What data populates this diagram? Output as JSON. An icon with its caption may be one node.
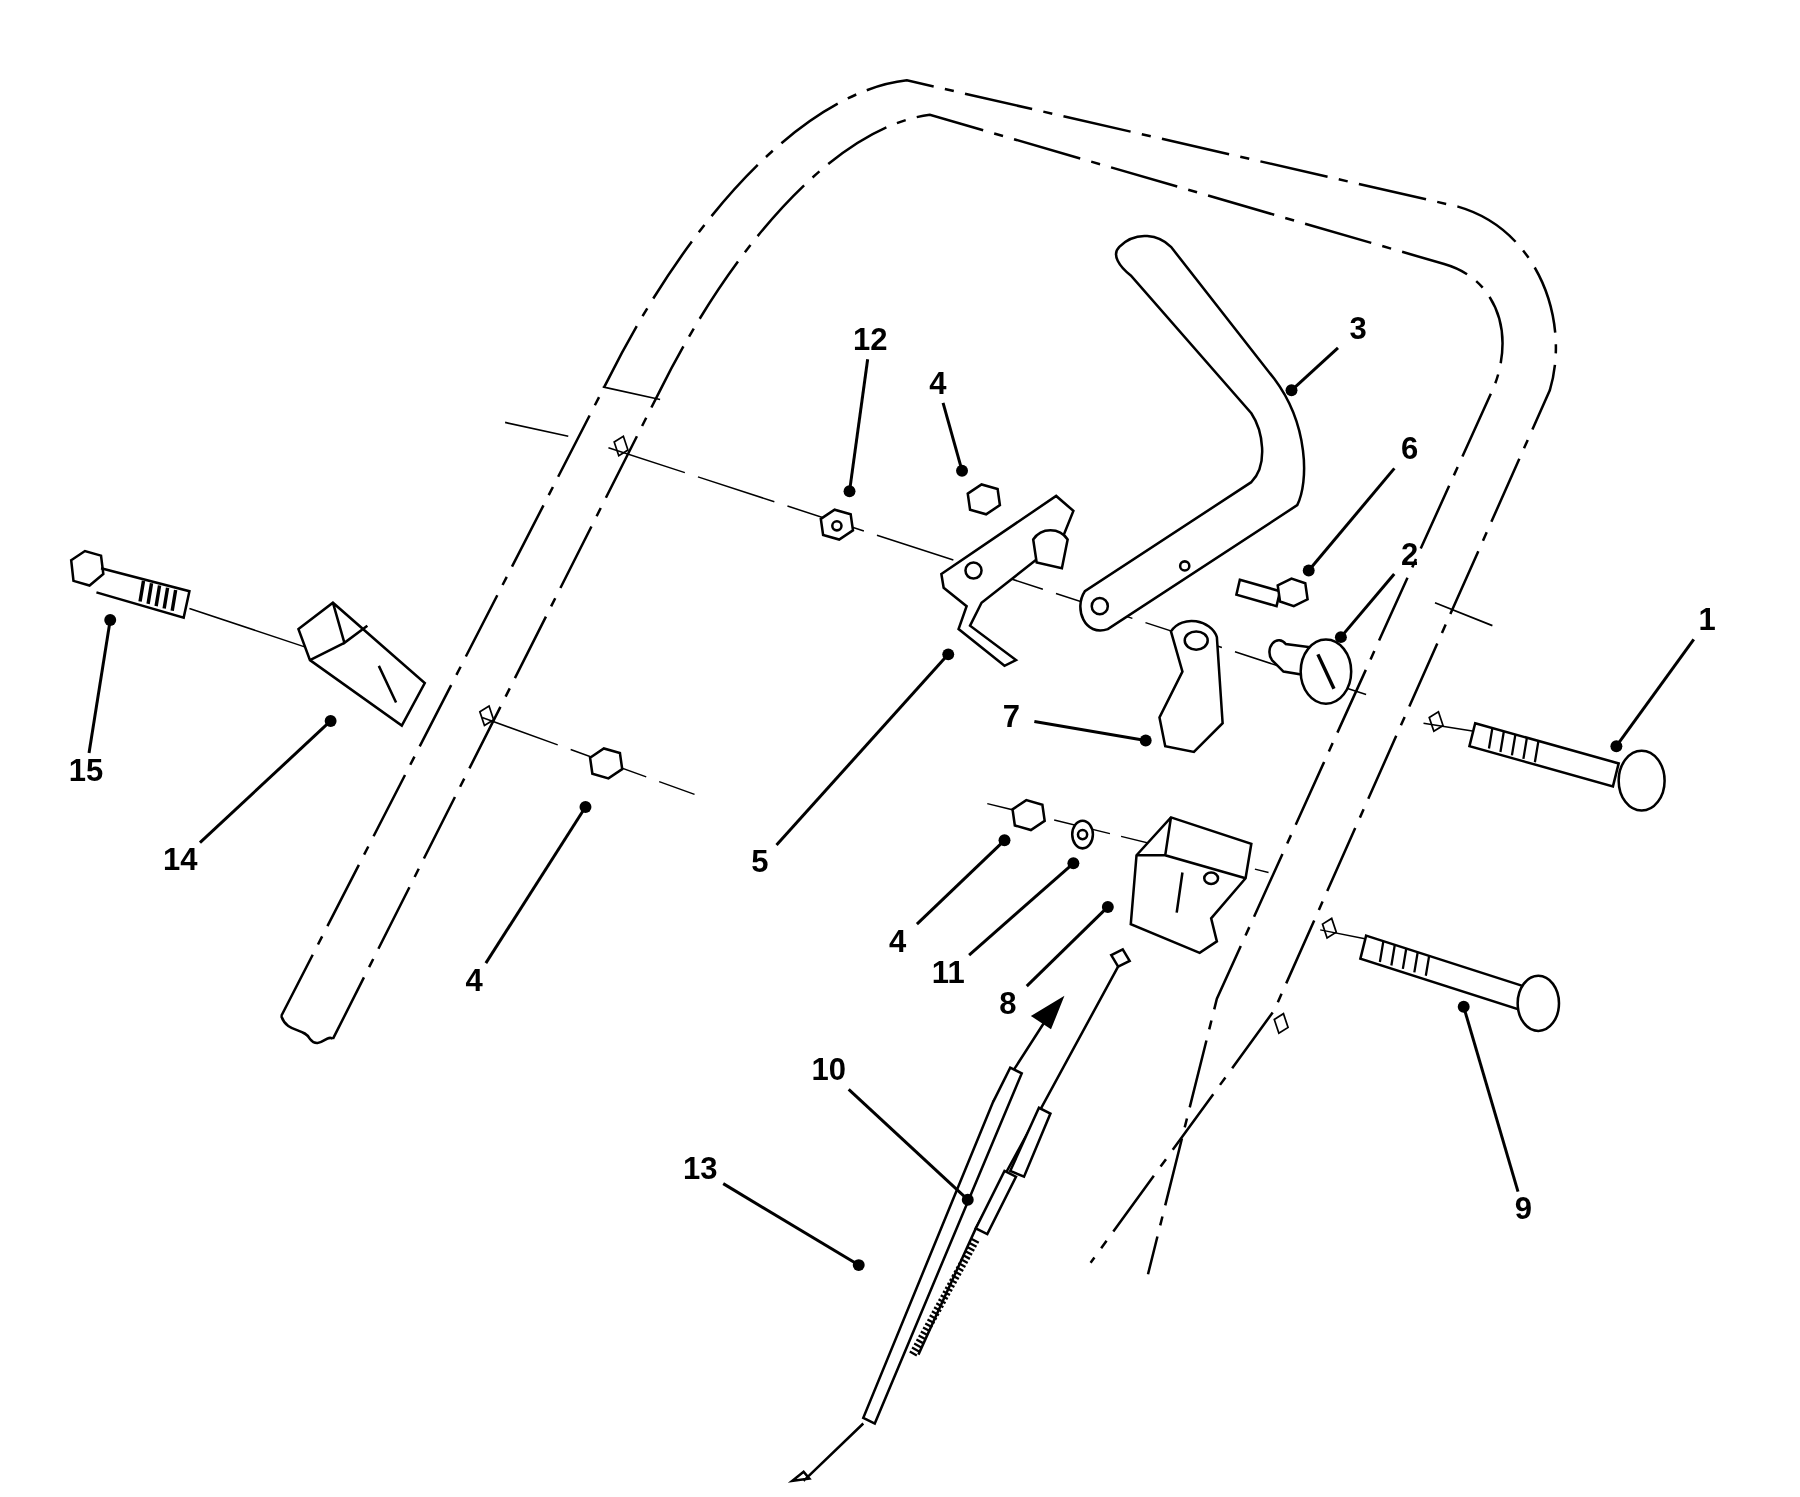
{
  "diagram": {
    "nodes": [
      {
        "text": [
          "3"
        ]
      },
      {
        "text": [
          "12"
        ]
      },
      {
        "text": [
          "4"
        ]
      },
      {
        "text": [
          "6"
        ]
      },
      {
        "text": [
          "2"
        ]
      },
      {
        "text": [
          "1"
        ]
      },
      {
        "text": [
          "7"
        ]
      },
      {
        "text": [
          "15"
        ]
      },
      {
        "text": [
          "14"
        ]
      },
      {
        "text": [
          "5"
        ]
      },
      {
        "text": [
          "4"
        ]
      },
      {
        "text": [
          "11"
        ]
      },
      {
        "text": [
          "4"
        ]
      },
      {
        "text": [
          "8"
        ]
      },
      {
        "text": [
          "10"
        ]
      },
      {
        "text": [
          "13"
        ]
      },
      {
        "text": [
          "9"
        ]
      }
    ],
    "edges": [
      {
        "from": 0,
        "to": null,
        "arrow": "other"
      },
      {
        "from": 1,
        "to": null,
        "arrow": "other"
      },
      {
        "from": 2,
        "to": null,
        "arrow": "other"
      },
      {
        "from": 3,
        "to": null,
        "arrow": "other"
      },
      {
        "from": 4,
        "to": null,
        "arrow": "other"
      },
      {
        "from": 5,
        "to": null,
        "arrow": "other"
      },
      {
        "from": 6,
        "to": null,
        "arrow": "other"
      },
      {
        "from": 7,
        "to": null,
        "arrow": "other"
      },
      {
        "from": 8,
        "to": null,
        "arrow": "other"
      },
      {
        "from": 9,
        "to": null,
        "arrow": "other"
      },
      {
        "from": 10,
        "to": null,
        "arrow": "other"
      },
      {
        "from": 11,
        "to": null,
        "arrow": "other"
      },
      {
        "from": 12,
        "to": null,
        "arrow": "other"
      },
      {
        "from": 13,
        "to": null,
        "arrow": "other"
      },
      {
        "from": 14,
        "to": null,
        "arrow": "other"
      },
      {
        "from": 15,
        "to": null,
        "arrow": "other"
      },
      {
        "from": 16,
        "to": null,
        "arrow": "other"
      }
    ]
  }
}
